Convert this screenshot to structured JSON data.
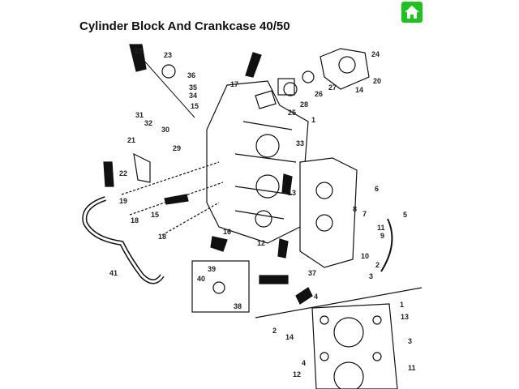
{
  "page": {
    "title": "Cylinder Block And Crankcase 40/50",
    "home_icon": "home-icon",
    "home_color": "#1ec41e"
  },
  "callouts": [
    "23",
    "33",
    "36",
    "35",
    "34",
    "15",
    "17",
    "31",
    "32",
    "30",
    "29",
    "21",
    "22",
    "19",
    "18",
    "18",
    "41",
    "16",
    "15",
    "12",
    "13",
    "33",
    "1",
    "25",
    "28",
    "26",
    "27",
    "14",
    "20",
    "24",
    "6",
    "5",
    "8",
    "7",
    "11",
    "9",
    "10",
    "2",
    "3",
    "37",
    "4",
    "39",
    "40",
    "38",
    "1",
    "13",
    "2",
    "14",
    "3",
    "4",
    "12",
    "11"
  ]
}
